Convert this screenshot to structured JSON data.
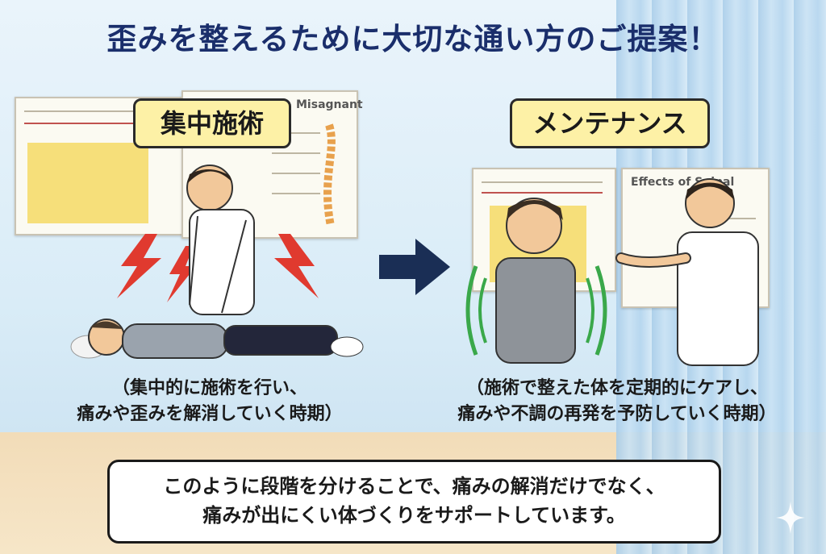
{
  "title": "歪みを整えるために大切な通い方のご提案！",
  "left_panel": {
    "label": "集中施術",
    "poster_heading": "Misagnant",
    "caption_line1": "（集中的に施術を行い、",
    "caption_line2": "痛みや歪みを解消していく時期）"
  },
  "right_panel": {
    "label": "メンテナンス",
    "poster_heading": "Effects of Spinal",
    "caption_line1": "（施術で整えた体を定期的にケアし、",
    "caption_line2": "痛みや不調の再発を予防していく時期）"
  },
  "summary": {
    "line1": "このように段階を分けることで、痛みの解消だけでなく、",
    "line2": "痛みが出にくい体づくりをサポートしています。"
  },
  "icons": [
    "lightning-icon",
    "arrow-right-icon",
    "sparkle-icon"
  ],
  "colors": {
    "title": "#1a2e6b",
    "label_bg": "#fdf1a6",
    "arrow": "#1a2e55",
    "lightning": "#e03a2f",
    "motion": "#3aa84a"
  }
}
